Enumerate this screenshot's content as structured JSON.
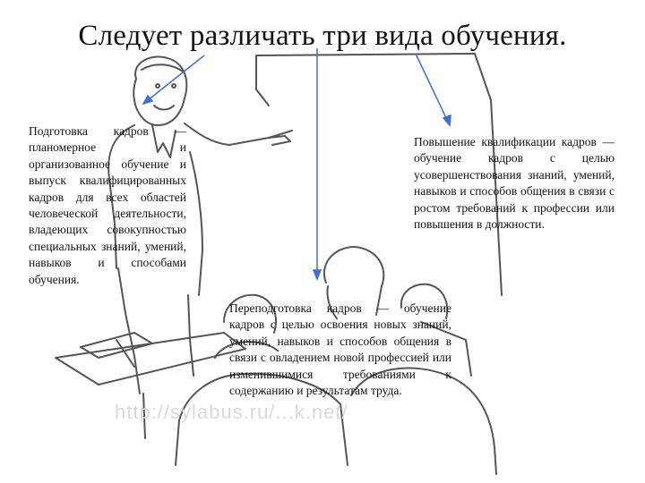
{
  "slide": {
    "title": "Следует различать три вида обучения.",
    "blocks": {
      "training": "Подготовка кадров — планомерное и организованное обучение и выпуск квалифицированных кадров для всех областей человеческой деятельности, владеющих совокупностью специальных знаний, умений, навыков и способами обучения.",
      "advanced_training": "Повышение квалификации кадров — обучение кадров с целью усовершенствования знаний, умений, навыков и способов общения в связи с ростом требований к профессии или повышения в должности.",
      "retraining": "Переподготовка кадров — обучение кадров с целью освоения новых знаний, умений, навыков и способов общения в связи с овладением новой профессией или изменившимися требованиями к содержанию и результатам труда."
    },
    "watermark": "http://sylabus.ru/...k.net/"
  },
  "colors": {
    "arrow": "#3f6fd4",
    "sketch": "#555555",
    "text": "#111111"
  }
}
